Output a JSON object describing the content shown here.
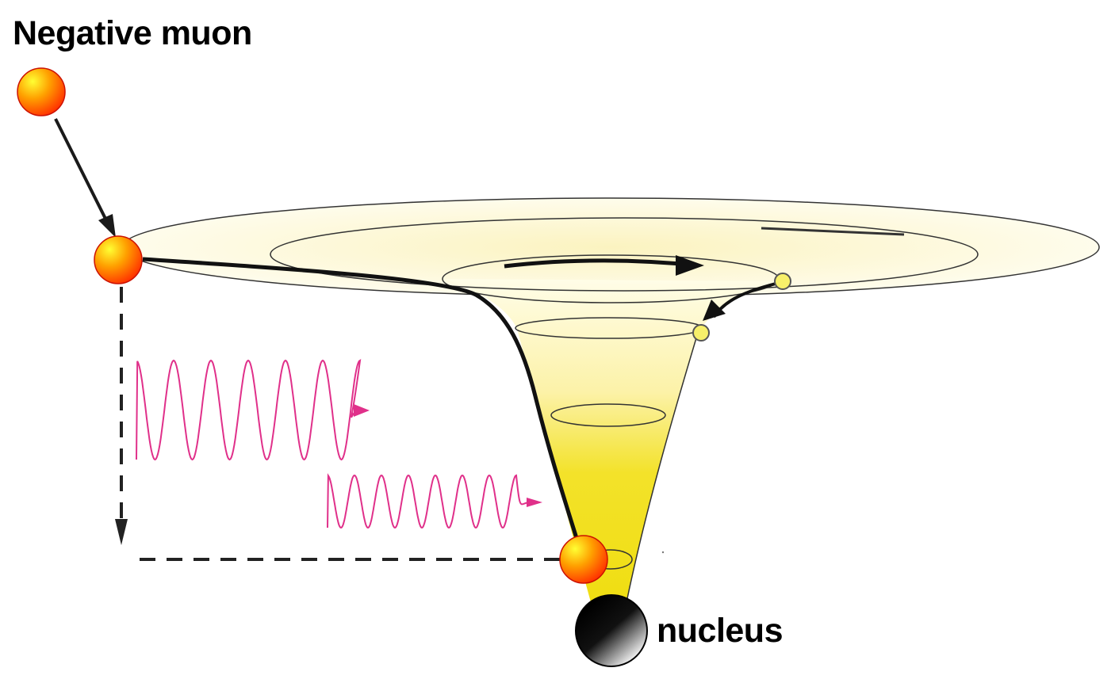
{
  "labels": {
    "title": "Negative muon",
    "nucleus": "nucleus"
  },
  "colors": {
    "muon_light": "#ffff33",
    "muon_dark": "#ff2a00",
    "muon_outline": "#cc1100",
    "funnel_top": "#fffbe3",
    "funnel_bottom": "#f0df10",
    "wave": "#e0308a",
    "trajectory": "#1a1a1a",
    "electron": "#f7f06a",
    "nucleus_dark": "#000000",
    "nucleus_light": "#ffffff"
  },
  "icons": {
    "muon": "orange-sphere",
    "nucleus": "black-sphere",
    "photon": "sine-wave-arrow",
    "electron": "small-yellow-circle"
  }
}
